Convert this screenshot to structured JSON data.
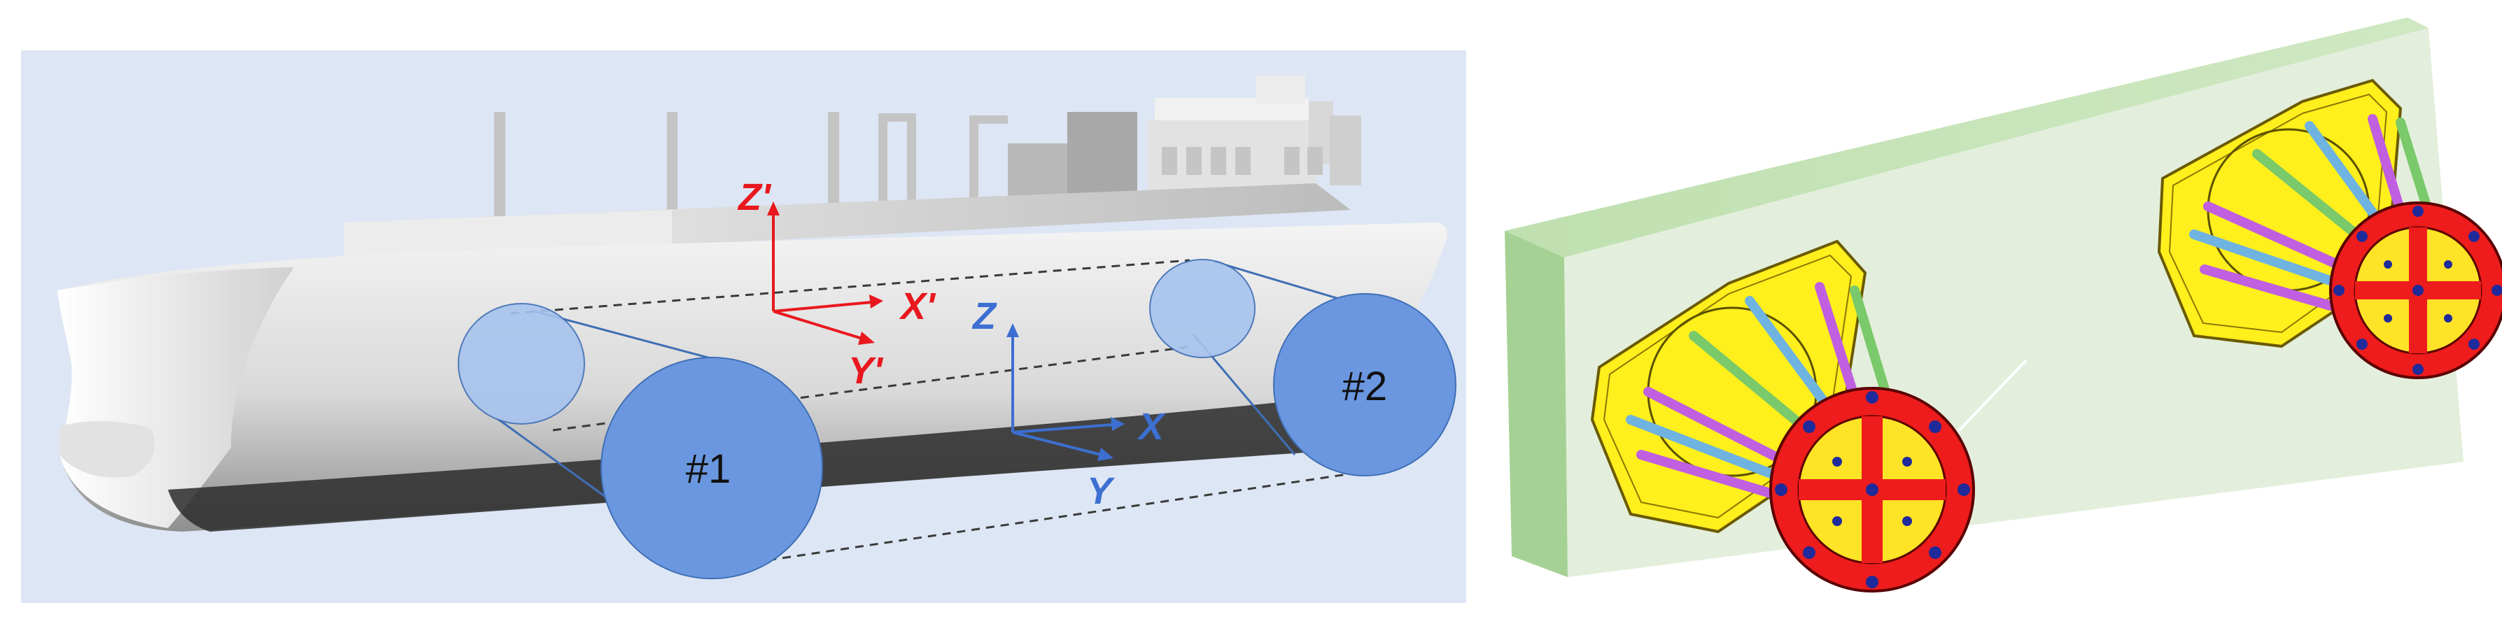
{
  "left_panel": {
    "body_axes": {
      "z_label": "Z'",
      "x_label": "X'",
      "y_label": "Y'"
    },
    "global_axes": {
      "z_label": "Z",
      "x_label": "X",
      "y_label": "Y"
    },
    "circles": [
      {
        "label": "#1"
      },
      {
        "label": "#2"
      }
    ]
  },
  "colors": {
    "background_panel": "#dde6f4",
    "hull_gray": "#cfcfcf",
    "circle_light": "#a7c3ee",
    "circle_dark": "#6a97e0",
    "body_axis_red": "#e8181e",
    "global_axis_blue": "#3c6fd1",
    "block_green": "#cfe6c4",
    "module_yellow": "#ffef1c",
    "disk_red": "#ee1c1c"
  }
}
